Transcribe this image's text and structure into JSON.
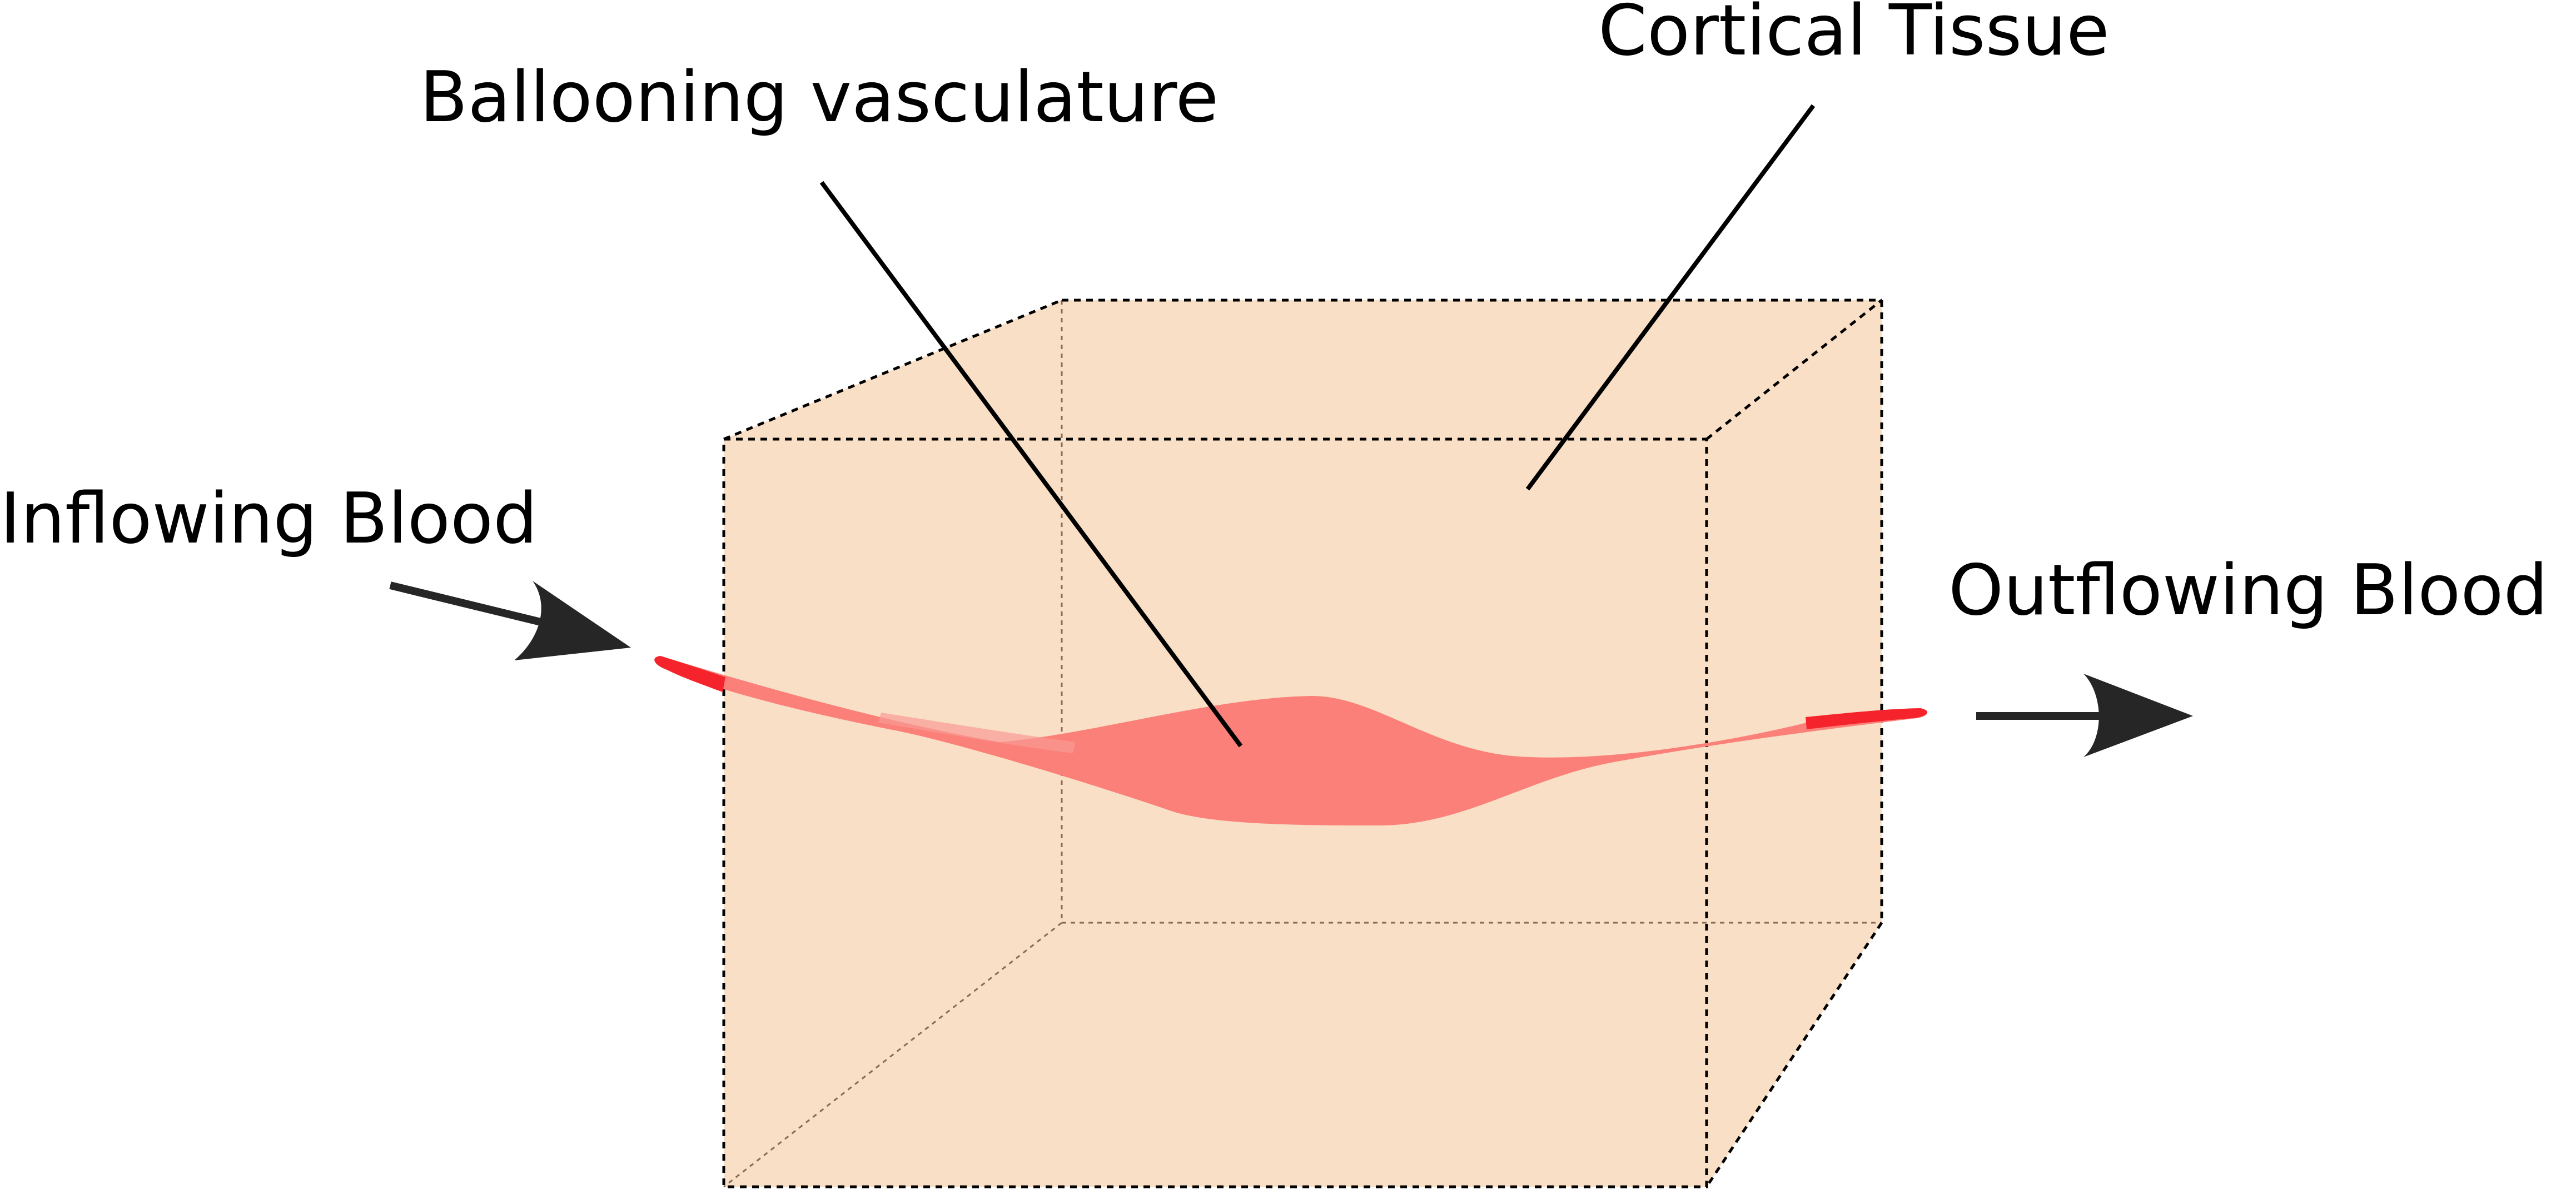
{
  "labels": {
    "ballooning": "Ballooning vasculature",
    "cortical": "Cortical Tissue",
    "inflow": "Inflowing Blood",
    "outflow": "Outflowing Blood"
  },
  "colors": {
    "tissue": "#f9dfc5",
    "vessel": "#fb8079",
    "vessel_light": "#fa827c",
    "vessel_dark": "#f5242c",
    "arrow": "#262626",
    "edge": "#000000"
  },
  "icons": {
    "inflow_arrow": "arrow-right-icon",
    "outflow_arrow": "arrow-right-icon"
  }
}
